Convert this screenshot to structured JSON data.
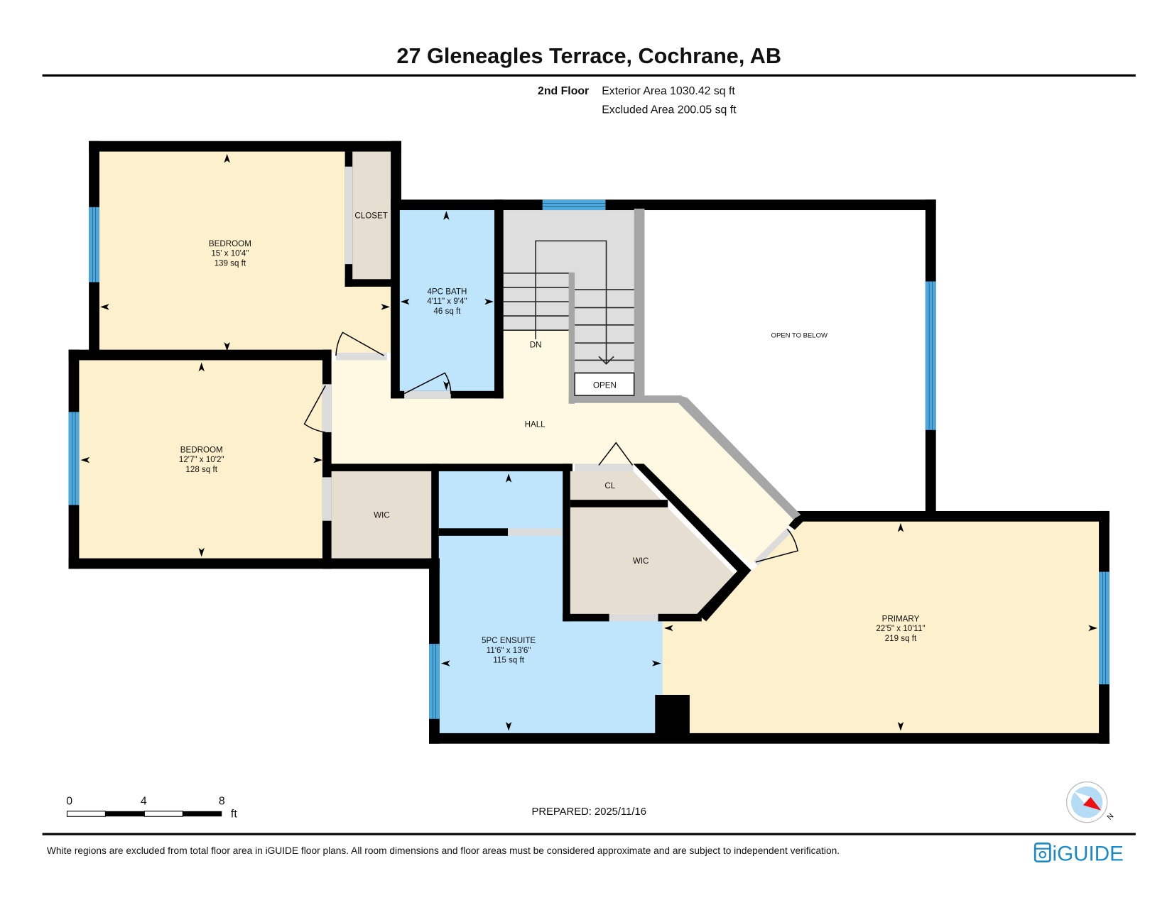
{
  "header": {
    "title": "27 Gleneagles Terrace, Cochrane, AB",
    "floor_label": "2nd Floor",
    "exterior_area": "Exterior Area 1030.42 sq ft",
    "excluded_area": "Excluded Area 200.05 sq ft"
  },
  "rooms": {
    "bedroom1": {
      "name": "BEDROOM",
      "dims": "15' x 10'4\"",
      "area": "139 sq ft"
    },
    "closet": {
      "name": "CLOSET"
    },
    "bath4pc": {
      "name": "4PC BATH",
      "dims": "4'11\" x 9'4\"",
      "area": "46 sq ft"
    },
    "stairs": {
      "dn": "DN",
      "open": "OPEN"
    },
    "open_to_below": {
      "name": "OPEN TO BELOW"
    },
    "bedroom2": {
      "name": "BEDROOM",
      "dims": "12'7\" x 10'2\"",
      "area": "128 sq ft"
    },
    "hall": {
      "name": "HALL"
    },
    "wic1": {
      "name": "WIC"
    },
    "cl": {
      "name": "CL"
    },
    "wic2": {
      "name": "WIC"
    },
    "ensuite": {
      "name": "5PC ENSUITE",
      "dims": "11'6\" x 13'6\"",
      "area": "115 sq ft"
    },
    "primary": {
      "name": "PRIMARY",
      "dims": "22'5\" x 10'11\"",
      "area": "219 sq ft"
    }
  },
  "scale_bar": {
    "ticks": [
      "0",
      "4",
      "8"
    ],
    "unit": "ft"
  },
  "prepared": "PREPARED: 2025/11/16",
  "compass": {
    "label": "N"
  },
  "footer": {
    "disclaimer": "White regions are excluded from total floor area in iGUIDE floor plans. All room dimensions and floor areas must be considered approximate and are subject to independent verification.",
    "logo": "iGUIDE"
  },
  "colors": {
    "bedroom_fill": "#fdf0cc",
    "hall_fill": "#fff8e2",
    "bath_fill": "#bee5fb",
    "closet_fill": "#e6ded0",
    "stairs_fill": "#dedede",
    "window": "#4ea8dc",
    "door_gap": "#dcdcdc",
    "wall": "#000000",
    "railing": "#a6a6a6",
    "brand": "#1a8ac6"
  }
}
